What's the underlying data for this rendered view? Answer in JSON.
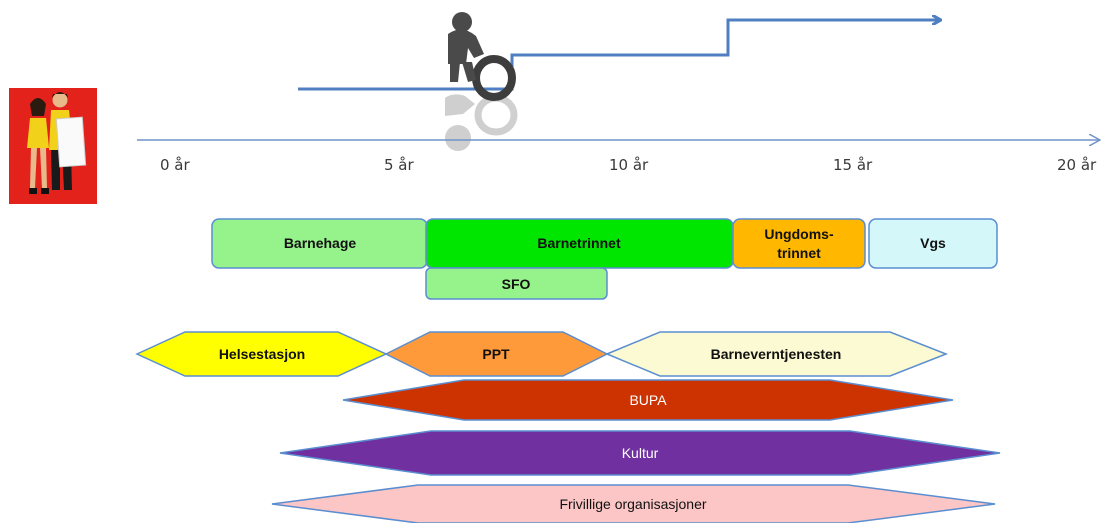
{
  "timeline": {
    "ticks": [
      "0 år",
      "5 år",
      "10 år",
      "15 år",
      "20 år"
    ],
    "colors": {
      "axis": "#6f93c9",
      "step_line": "#4f7fc0"
    }
  },
  "school_stages": [
    {
      "id": "barnehage",
      "label": "Barnehage",
      "fill": "#96f28a",
      "stroke": "#5a8ed0"
    },
    {
      "id": "barnetrinnet",
      "label": "Barnetrinnet",
      "fill": "#00e600",
      "stroke": "#5a8ed0"
    },
    {
      "id": "ungdomstrinnet",
      "label_lines": [
        "Ungdoms-",
        "trinnet"
      ],
      "fill": "#ffb700",
      "stroke": "#5a8ed0"
    },
    {
      "id": "vgs",
      "label": "Vgs",
      "fill": "#d4f8fa",
      "stroke": "#5a8ed0"
    },
    {
      "id": "sfo",
      "label": "SFO",
      "fill": "#96f28a",
      "stroke": "#5a8ed0"
    }
  ],
  "services": [
    {
      "id": "helsestasjon",
      "label": "Helsestasjon",
      "fill": "#ffff00",
      "stroke": "#5a8ed0"
    },
    {
      "id": "ppt",
      "label": "PPT",
      "fill": "#ff9a3a",
      "stroke": "#5a8ed0"
    },
    {
      "id": "barnevern",
      "label": "Barneverntjenesten",
      "fill": "#fcfad2",
      "stroke": "#5a8ed0"
    },
    {
      "id": "bupa",
      "label": "BUPA",
      "fill": "#cc3300",
      "stroke": "#5a8ed0"
    },
    {
      "id": "kultur",
      "label": "Kultur",
      "fill": "#7030a0",
      "stroke": "#5a8ed0"
    },
    {
      "id": "frivillige",
      "label": "Frivillige organisasjoner",
      "fill": "#fcc6c6",
      "stroke": "#5a8ed0"
    }
  ],
  "icons": {
    "couple": "couple-poster-icon",
    "child": "child-rolling-tire-icon"
  }
}
